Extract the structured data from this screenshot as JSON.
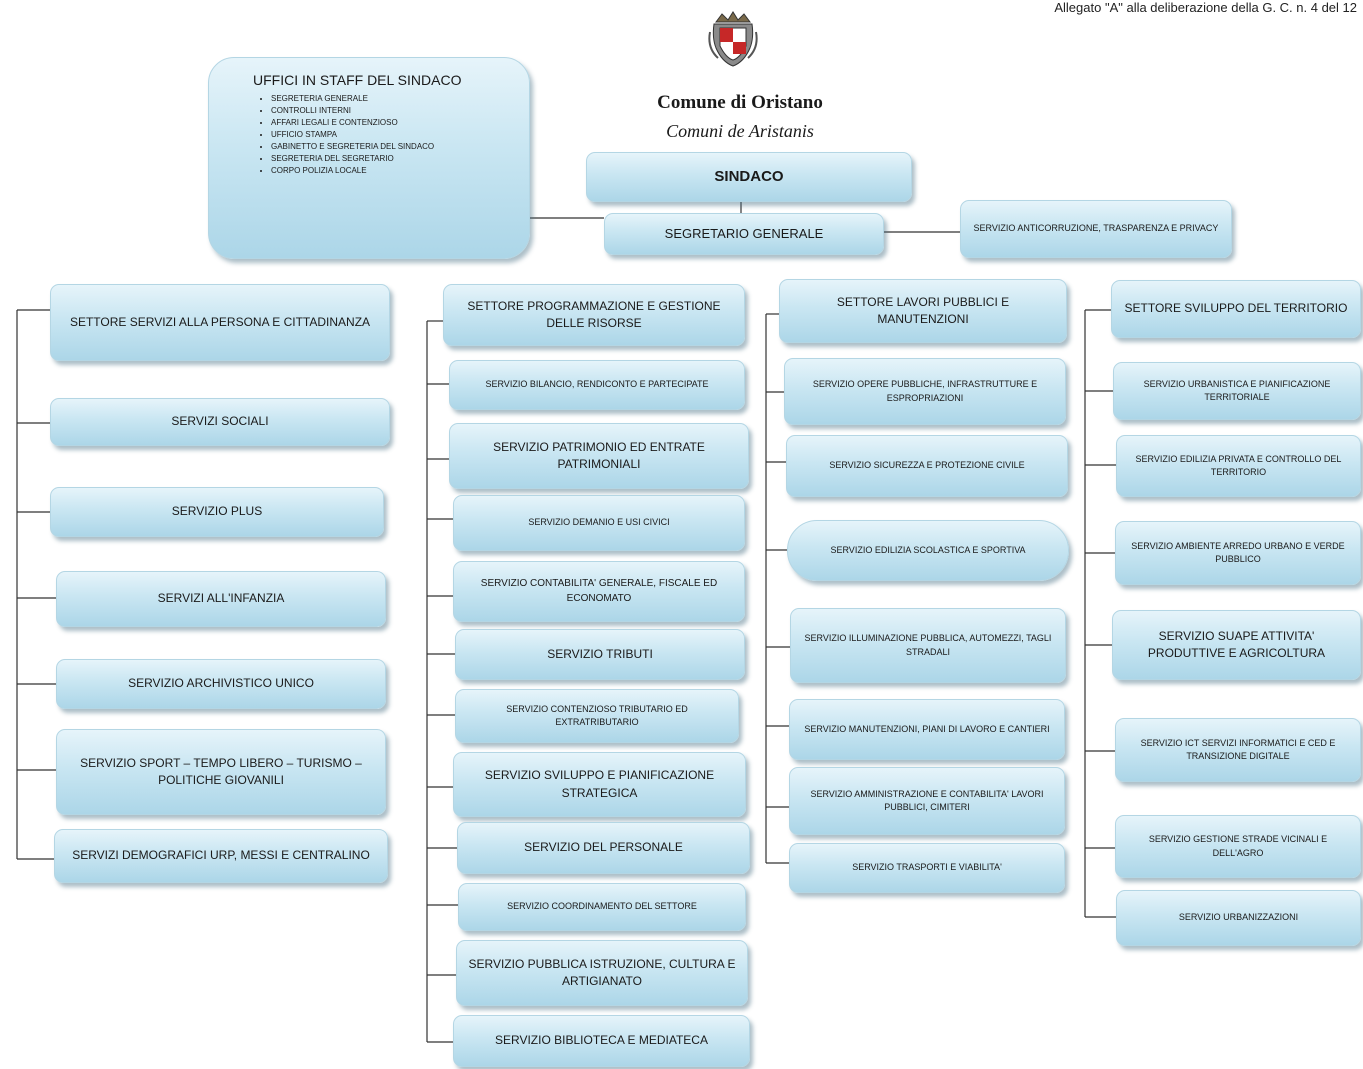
{
  "header": {
    "note": "Allegato \"A\" alla deliberazione della G. C. n. 4 del 12"
  },
  "logo": {
    "emblem_icon": "coat-of-arms-icon",
    "name": "Comune di Oristano",
    "name_sardinian": "Comuni de Aristanis"
  },
  "staff": {
    "title": "UFFICI IN STAFF DEL SINDACO",
    "items": [
      "SEGRETERIA GENERALE",
      "CONTROLLI INTERNI",
      "AFFARI LEGALI E CONTENZIOSO",
      "UFFICIO STAMPA",
      "GABINETTO E SEGRETERIA DEL SINDACO",
      "SEGRETERIA DEL SEGRETARIO",
      "CORPO POLIZIA LOCALE"
    ]
  },
  "sindaco": "SINDACO",
  "segretario": "SEGRETARIO GENERALE",
  "anticorruzione": "SERVIZIO  ANTICORRUZIONE, TRASPARENZA E PRIVACY",
  "colors": {
    "box_top": "#e6f4fa",
    "box_bottom": "#acd6e8",
    "line": "#333333"
  },
  "settori": [
    {
      "name": "SETTORE SERVIZI ALLA PERSONA E CITTADINANZA",
      "servizi": [
        "SERVIZI SOCIALI",
        "SERVIZIO PLUS",
        "SERVIZI ALL'INFANZIA",
        "SERVIZIO ARCHIVISTICO UNICO",
        "SERVIZIO SPORT – TEMPO LIBERO – TURISMO – POLITICHE GIOVANILI",
        "SERVIZI DEMOGRAFICI URP, MESSI E CENTRALINO"
      ]
    },
    {
      "name": "SETTORE PROGRAMMAZIONE E GESTIONE DELLE RISORSE",
      "servizi": [
        "SERVIZIO BILANCIO, RENDICONTO E PARTECIPATE",
        "SERVIZIO PATRIMONIO ED ENTRATE PATRIMONIALI",
        "SERVIZIO DEMANIO E USI CIVICI",
        "SERVIZIO CONTABILITA' GENERALE, FISCALE ED ECONOMATO",
        "SERVIZIO TRIBUTI",
        "SERVIZIO CONTENZIOSO TRIBUTARIO ED EXTRATRIBUTARIO",
        "SERVIZIO SVILUPPO E PIANIFICAZIONE STRATEGICA",
        "SERVIZIO DEL PERSONALE",
        "SERVIZIO COORDINAMENTO DEL SETTORE",
        "SERVIZIO PUBBLICA ISTRUZIONE, CULTURA E ARTIGIANATO",
        "SERVIZIO BIBLIOTECA E MEDIATECA"
      ]
    },
    {
      "name": "SETTORE LAVORI PUBBLICI E MANUTENZIONI",
      "servizi": [
        "SERVIZIO OPERE PUBBLICHE, INFRASTRUTTURE E ESPROPRIAZIONI",
        "SERVIZIO SICUREZZA E PROTEZIONE CIVILE",
        "SERVIZIO EDILIZIA SCOLASTICA E SPORTIVA",
        "SERVIZIO ILLUMINAZIONE PUBBLICA, AUTOMEZZI, TAGLI STRADALI",
        "SERVIZIO MANUTENZIONI, PIANI DI LAVORO E CANTIERI",
        "SERVIZIO AMMINISTRAZIONE E CONTABILITA' LAVORI PUBBLICI, CIMITERI",
        "SERVIZIO TRASPORTI E VIABILITA'"
      ]
    },
    {
      "name": "SETTORE SVILUPPO DEL TERRITORIO",
      "servizi": [
        "SERVIZIO URBANISTICA E PIANIFICAZIONE TERRITORIALE",
        "SERVIZIO EDILIZIA PRIVATA E CONTROLLO DEL TERRITORIO",
        "SERVIZIO AMBIENTE ARREDO URBANO E VERDE PUBBLICO",
        "SERVIZIO SUAPE ATTIVITA' PRODUTTIVE E AGRICOLTURA",
        "SERVIZIO ICT SERVIZI INFORMATICI E CED E TRANSIZIONE DIGITALE",
        "SERVIZIO GESTIONE STRADE VICINALI E DELL'AGRO",
        "SERVIZIO URBANIZZAZIONI"
      ]
    }
  ]
}
